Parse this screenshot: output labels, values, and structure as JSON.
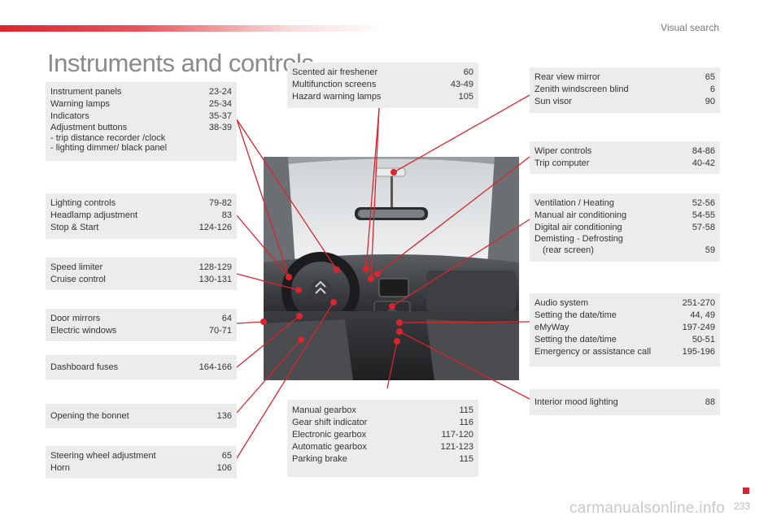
{
  "header": {
    "section_title": "Visual search"
  },
  "page_title": "Instruments and controls",
  "colors": {
    "accent": "#d9262e",
    "box_bg": "#ececec",
    "title_gray": "#8a8a8a"
  },
  "boxes": {
    "instrument": {
      "items": [
        {
          "label": "Instrument panels",
          "pages": "23-24"
        },
        {
          "label": "Warning lamps",
          "pages": "25-34"
        },
        {
          "label": "Indicators",
          "pages": "35-37"
        },
        {
          "label": "Adjustment buttons",
          "pages": "38-39"
        }
      ],
      "subitems": [
        "-    trip distance recorder /clock",
        "-    lighting dimmer/ black panel"
      ]
    },
    "lighting": {
      "items": [
        {
          "label": "Lighting controls",
          "pages": "79-82"
        },
        {
          "label": "Headlamp adjustment",
          "pages": "83"
        },
        {
          "label": "Stop & Start",
          "pages": "124-126"
        }
      ]
    },
    "speed": {
      "items": [
        {
          "label": "Speed limiter",
          "pages": "128-129"
        },
        {
          "label": "Cruise control",
          "pages": "130-131"
        }
      ]
    },
    "doors": {
      "items": [
        {
          "label": "Door mirrors",
          "pages": "64"
        },
        {
          "label": "Electric windows",
          "pages": "70-71"
        }
      ]
    },
    "fuses": {
      "items": [
        {
          "label": "Dashboard fuses",
          "pages": "164-166"
        }
      ]
    },
    "bonnet": {
      "items": [
        {
          "label": "Opening the bonnet",
          "pages": "136"
        }
      ]
    },
    "steering": {
      "items": [
        {
          "label": "Steering wheel adjustment",
          "pages": "65"
        },
        {
          "label": "Horn",
          "pages": "106"
        }
      ]
    },
    "scented": {
      "items": [
        {
          "label": "Scented air freshener",
          "pages": "60"
        },
        {
          "label": "Multifunction screens",
          "pages": "43-49"
        },
        {
          "label": "Hazard warning lamps",
          "pages": "105"
        }
      ]
    },
    "gearbox": {
      "items": [
        {
          "label": "Manual gearbox",
          "pages": "115"
        },
        {
          "label": "Gear shift indicator",
          "pages": "116"
        },
        {
          "label": "Electronic gearbox",
          "pages": "117-120"
        },
        {
          "label": "Automatic gearbox",
          "pages": "121-123"
        },
        {
          "label": "Parking brake",
          "pages": "115"
        }
      ]
    },
    "mirror": {
      "items": [
        {
          "label": "Rear view mirror",
          "pages": "65"
        },
        {
          "label": "Zenith windscreen blind",
          "pages": "6"
        },
        {
          "label": "Sun visor",
          "pages": "90"
        }
      ]
    },
    "wiper": {
      "items": [
        {
          "label": "Wiper controls",
          "pages": "84-86"
        },
        {
          "label": "Trip computer",
          "pages": "40-42"
        }
      ]
    },
    "ventilation": {
      "items": [
        {
          "label": "Ventilation / Heating",
          "pages": "52-56"
        },
        {
          "label": "Manual air conditioning",
          "pages": "54-55"
        },
        {
          "label": "Digital air conditioning",
          "pages": "57-58"
        },
        {
          "label": "Demisting - Defrosting",
          "pages": ""
        },
        {
          "label": "(rear screen)",
          "pages": "59"
        }
      ]
    },
    "audio": {
      "items": [
        {
          "label": "Audio system",
          "pages": "251-270"
        },
        {
          "label": "Setting the date/time",
          "pages": "44, 49"
        },
        {
          "label": "eMyWay",
          "pages": "197-249"
        },
        {
          "label": "Setting the date/time",
          "pages": "50-51"
        },
        {
          "label": "Emergency or assistance call",
          "pages": "195-196"
        }
      ]
    },
    "mood": {
      "items": [
        {
          "label": "Interior mood lighting",
          "pages": "88"
        }
      ]
    }
  },
  "footer": {
    "page_number": "233",
    "watermark": "carmanualsonline.info"
  }
}
